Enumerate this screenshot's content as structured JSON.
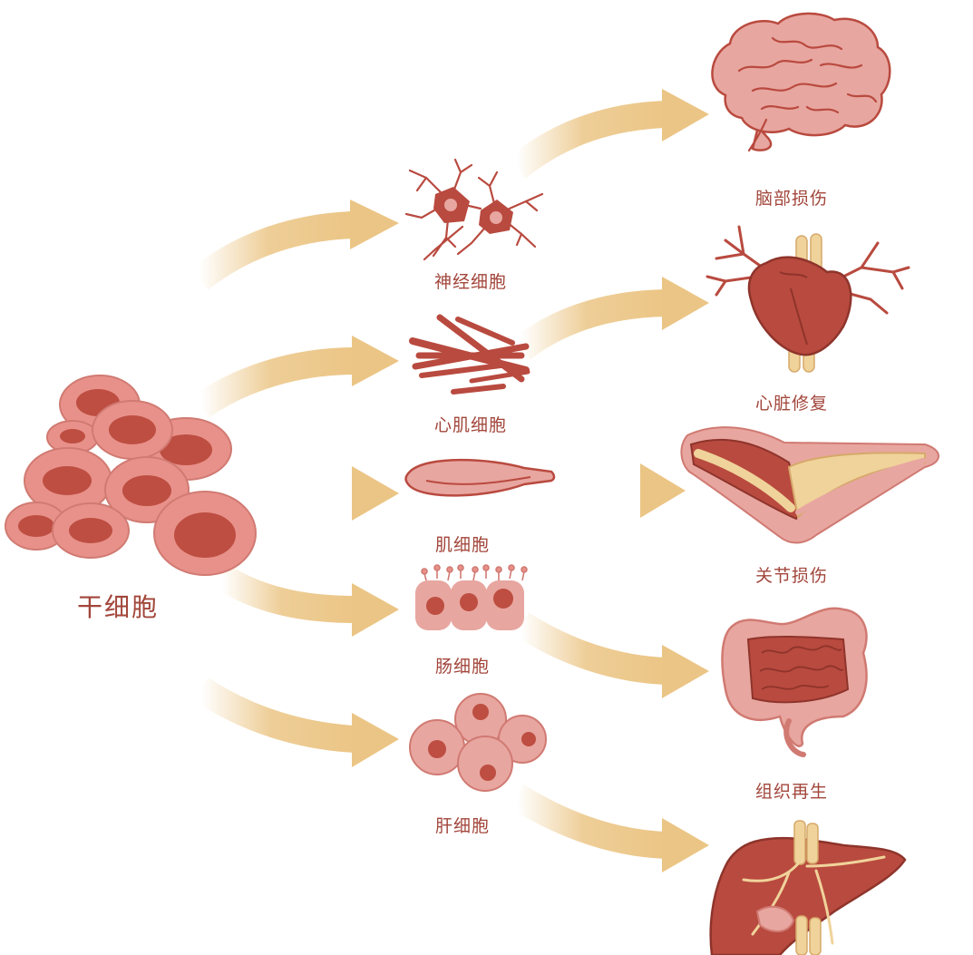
{
  "source_label": "干细胞",
  "cell_types": [
    {
      "id": "neuron",
      "label": "神经细胞"
    },
    {
      "id": "cardiomyocyte",
      "label": "心肌细胞"
    },
    {
      "id": "muscle",
      "label": "肌细胞"
    },
    {
      "id": "intestinal",
      "label": "肠细胞"
    },
    {
      "id": "hepatocyte",
      "label": "肝细胞"
    }
  ],
  "applications": [
    {
      "id": "brain",
      "label": "脑部损伤"
    },
    {
      "id": "heart",
      "label": "心脏修复"
    },
    {
      "id": "joint",
      "label": "关节损伤"
    },
    {
      "id": "tissue",
      "label": "组织再生"
    },
    {
      "id": "liver",
      "label": ""
    }
  ],
  "colors": {
    "arrow": "#ebc585",
    "label_text": "#a2463b",
    "cell_outer": "#e8918a",
    "cell_nucleus": "#bd4e41",
    "organ_pink": "#e8a6a0",
    "organ_red": "#b94a3f",
    "organ_yellow": "#f0d39b"
  }
}
